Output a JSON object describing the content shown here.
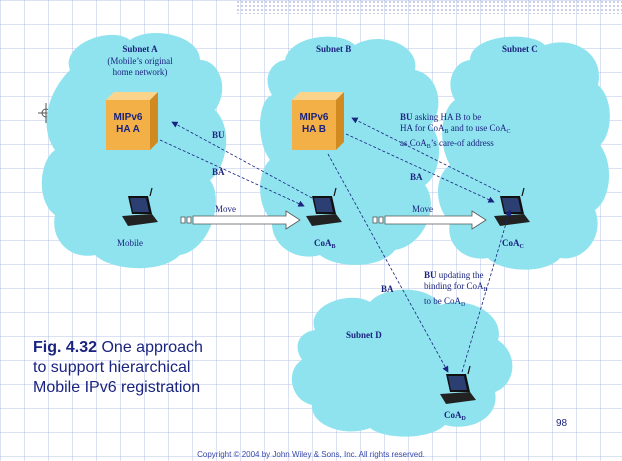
{
  "subnets": {
    "a": {
      "title": "Subnet A",
      "sub1": "(Mobile’s original",
      "sub2": "home network)"
    },
    "b": {
      "title": "Subnet B"
    },
    "c": {
      "title": "Subnet C"
    },
    "d": {
      "title": "Subnet D"
    }
  },
  "home_agents": {
    "a": {
      "line1": "MIPv6",
      "line2": "HA A"
    },
    "b": {
      "line1": "MIPv6",
      "line2": "HA B"
    }
  },
  "nodes": {
    "mobile": "Mobile",
    "coa_b": {
      "base": "CoA",
      "sub": "B"
    },
    "coa_c": {
      "base": "CoA",
      "sub": "C"
    },
    "coa_d": {
      "base": "CoA",
      "sub": "D"
    }
  },
  "messages": {
    "bu1": "BU",
    "ba1": "BA",
    "move1": "Move",
    "move2": "Move",
    "ba2": "BA",
    "ba3": "BA",
    "bu_asking": {
      "l1a": "BU",
      "l1b": " asking HA B to be",
      "l2a": "HA for CoA",
      "l2s": "B",
      "l2b": " and to use CoA",
      "l2s2": "C",
      "l3a": "as CoA",
      "l3s": "B",
      "l3b": "’s care-of address"
    },
    "bu_updating": {
      "l1a": "BU",
      "l1b": " updating the",
      "l2a": "binding for CoA",
      "l2s": "B",
      "l3a": "to be CoA",
      "l3s": "D"
    }
  },
  "caption": {
    "fig_label": "Fig. 4.32",
    "line1": " One approach",
    "line2": "to support hierarchical",
    "line3": "Mobile IPv6 registration"
  },
  "footer": {
    "page_number": "98",
    "copyright": "Copyright © 2004 by John Wiley & Sons, Inc. All rights reserved."
  },
  "colors": {
    "cloud": "#8fe3ef",
    "box_front": "#f2b046",
    "box_side": "#d08a20",
    "box_top": "#f9d48a",
    "text": "#1a237e"
  }
}
